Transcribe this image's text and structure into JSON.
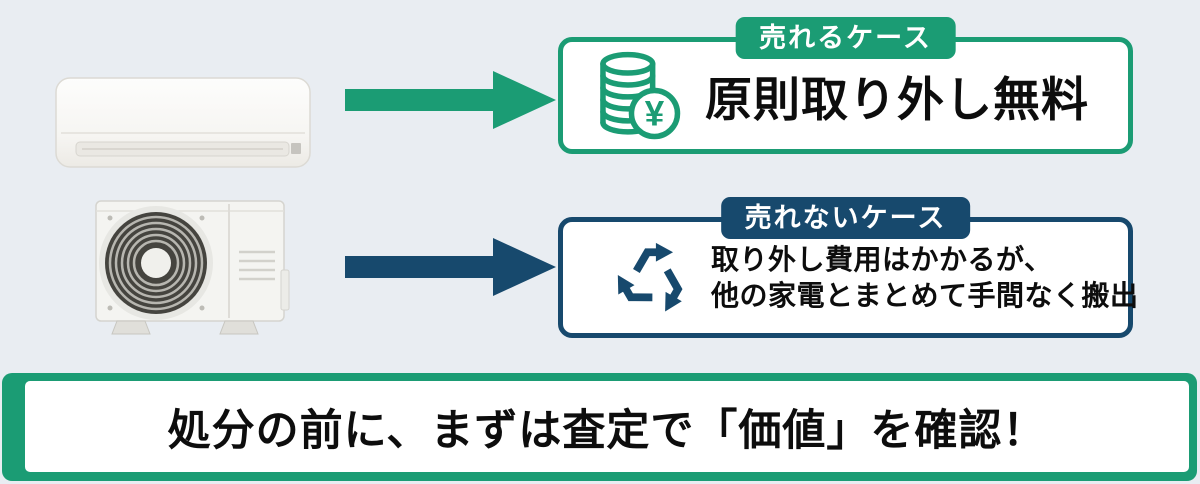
{
  "colors": {
    "green": "#1b9c74",
    "navy": "#17496d",
    "background": "#e9edf2",
    "text": "#0d0d0d"
  },
  "illustrations": {
    "indoor_unit": "wall-mounted-air-conditioner-indoor-unit",
    "outdoor_unit": "air-conditioner-outdoor-unit"
  },
  "sellable_case": {
    "badge_label": "売れるケース",
    "icon": "yen-coin-stack-icon",
    "yen_symbol": "¥",
    "headline": "原則取り外し無料"
  },
  "unsellable_case": {
    "badge_label": "売れないケース",
    "icon": "recycle-icon",
    "line1": "取り外し費用はかかるが、",
    "line2": "他の家電とまとめて手間なく搬出"
  },
  "banner": {
    "text": "処分の前に、まずは査定で「価値」を確認！"
  }
}
